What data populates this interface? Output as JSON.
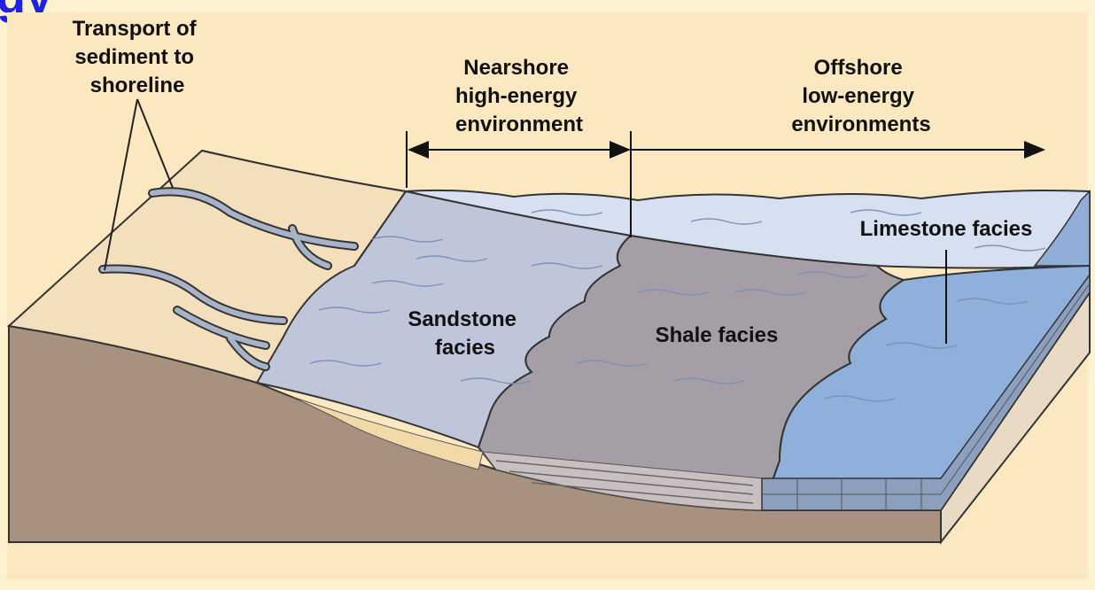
{
  "slide": {
    "title": "gy"
  },
  "diagram": {
    "labels": {
      "transport": [
        "Transport of",
        "sediment to",
        "shoreline"
      ],
      "nearshore": [
        "Nearshore",
        "high-energy",
        "environment"
      ],
      "offshore": [
        "Offshore",
        "low-energy",
        "environments"
      ],
      "limestone": "Limestone facies",
      "sandstone": [
        "Sandstone",
        "facies"
      ],
      "shale": "Shale facies"
    },
    "colors": {
      "land": "#f4dfbd",
      "cross_section": "#a8927f",
      "sea_surface": "#d7e0f1",
      "sandstone_zone": "#bfc6da",
      "shale_zone": "#a59ea6",
      "limestone_zone": "#8eb0da",
      "sand_layer": "#f1d9a8",
      "limestone_layer": "#8d9fbf"
    }
  }
}
